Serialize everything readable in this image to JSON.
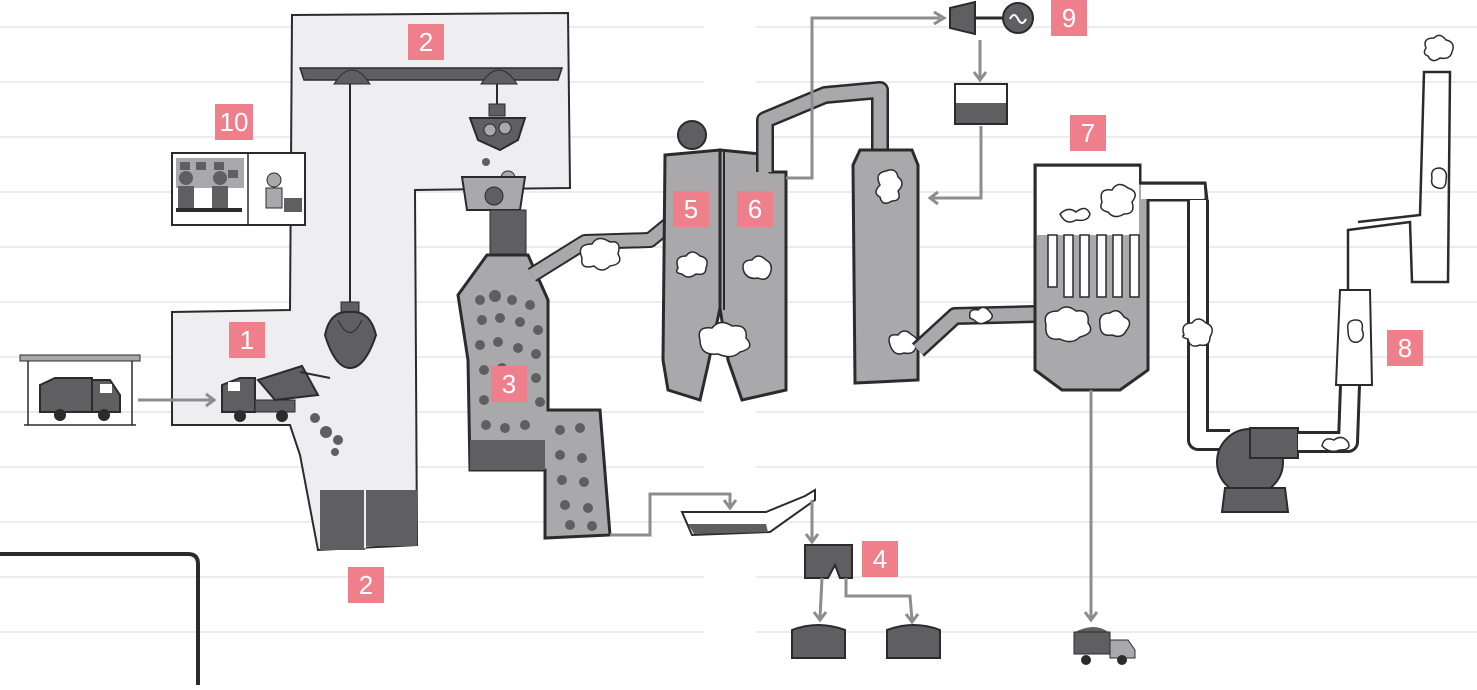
{
  "colors": {
    "badge": "#f07f8c",
    "building_fill": "#eeeef0",
    "equipment_fill": "#a9a9ab",
    "dark_fill": "#5f5f62",
    "outline": "#2b2b2b",
    "ruled_line": "#d9d9dc",
    "arrow": "#8d8d90"
  },
  "labels": {
    "waste_bunker_crane_top": "2",
    "waste_bunker_bottom": "2",
    "waste_delivery": "1",
    "furnace": "3",
    "ash_handling": "4",
    "boiler_first_pass": "5",
    "boiler_second_pass": "6",
    "flue_gas_cleaning": "7",
    "stack": "8",
    "turbine_generator": "9",
    "control_room": "10"
  },
  "icons": [
    "garbage-truck-icon",
    "crane-grab-icon",
    "control-room-operators-icon",
    "turbine-icon",
    "generator-icon",
    "condenser-icon",
    "induced-draft-fan-icon",
    "smoke-cloud-icon",
    "ash-container-icon",
    "ash-truck-icon"
  ]
}
